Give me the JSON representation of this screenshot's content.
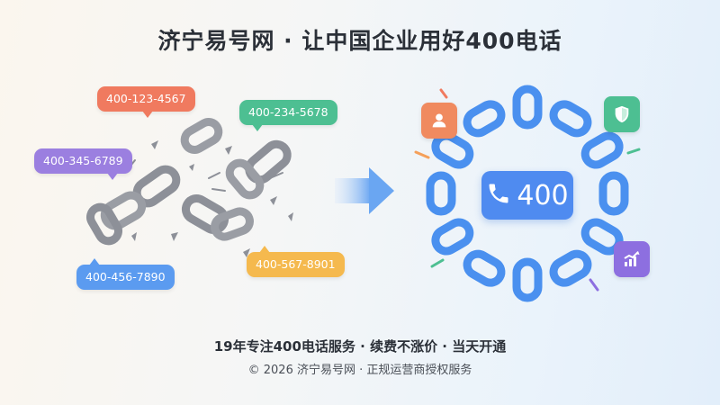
{
  "headline": "济宁易号网 · 让中国企业用好400电话",
  "left_numbers": [
    {
      "number": "400-123-4567",
      "color": "#f07a5f"
    },
    {
      "number": "400-234-5678",
      "color": "#4dbf92"
    },
    {
      "number": "400-345-6789",
      "color": "#9b7fe0"
    },
    {
      "number": "400-456-7890",
      "color": "#5b9bf0"
    },
    {
      "number": "400-567-8901",
      "color": "#f5b94e"
    }
  ],
  "center_badge": {
    "label": "400",
    "icon": "phone-icon",
    "color": "#4f8bf0"
  },
  "feature_icons": [
    {
      "icon": "user-icon",
      "color": "#f08a5f"
    },
    {
      "icon": "shield-icon",
      "color": "#4dbf92"
    },
    {
      "icon": "growth-chart-icon",
      "color": "#8d6fe0"
    }
  ],
  "arrow_icon": "arrow-right-icon",
  "tagline": "19年专注400电话服务 · 续费不涨价 · 当天开通",
  "copyright": "© 2026 济宁易号网 · 正规运营商授权服务",
  "colors": {
    "broken_chain": "#8d9098",
    "ring_chain": "#4a90ef",
    "arrow": "#7fb1f4"
  }
}
